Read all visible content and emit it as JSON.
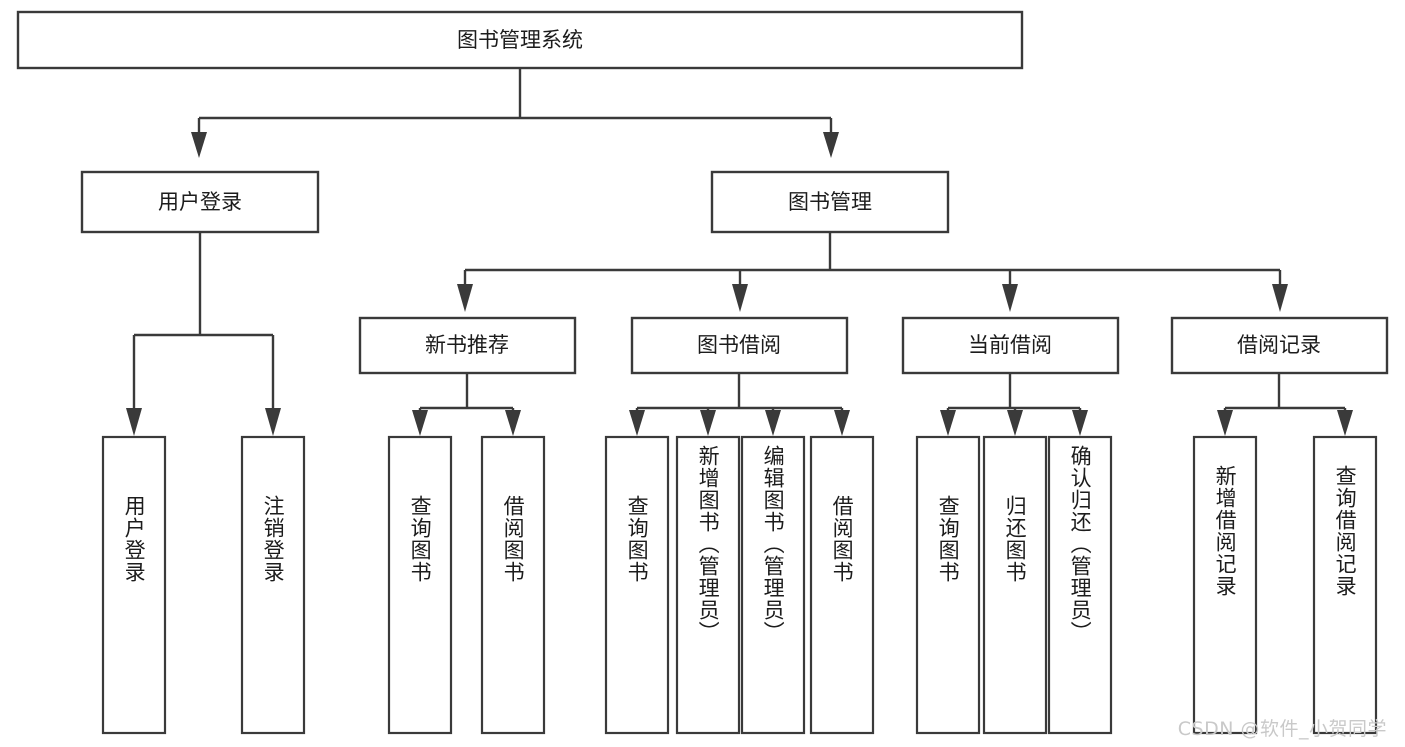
{
  "diagram": {
    "kind": "functional-structure-tree",
    "orientation": "top-down",
    "watermark": "CSDN @软件_小贺同学",
    "colors": {
      "box_stroke": "#3a3a3a",
      "box_fill": "#ffffff",
      "connector": "#3a3a3a",
      "text": "#1c1c1c",
      "background": "#ffffff",
      "watermark": "#c9c9c9"
    },
    "root": {
      "label": "图书管理系统"
    },
    "level1": [
      {
        "label": "用户登录"
      },
      {
        "label": "图书管理"
      }
    ],
    "level2": [
      {
        "label": "新书推荐"
      },
      {
        "label": "图书借阅"
      },
      {
        "label": "当前借阅"
      },
      {
        "label": "借阅记录"
      }
    ],
    "leaves": [
      {
        "label": "用户登录",
        "parent": "用户登录"
      },
      {
        "label": "注销登录",
        "parent": "用户登录"
      },
      {
        "label": "查询图书",
        "parent": "新书推荐"
      },
      {
        "label": "借阅图书",
        "parent": "新书推荐"
      },
      {
        "label": "查询图书",
        "parent": "图书借阅"
      },
      {
        "label": "新增图书（管理员）",
        "parent": "图书借阅"
      },
      {
        "label": "编辑图书（管理员）",
        "parent": "图书借阅"
      },
      {
        "label": "借阅图书",
        "parent": "图书借阅"
      },
      {
        "label": "查询图书",
        "parent": "当前借阅"
      },
      {
        "label": "归还图书",
        "parent": "当前借阅"
      },
      {
        "label": "确认归还（管理员）",
        "parent": "当前借阅"
      },
      {
        "label": "新增借阅记录",
        "parent": "借阅记录"
      },
      {
        "label": "查询借阅记录",
        "parent": "借阅记录"
      }
    ]
  }
}
